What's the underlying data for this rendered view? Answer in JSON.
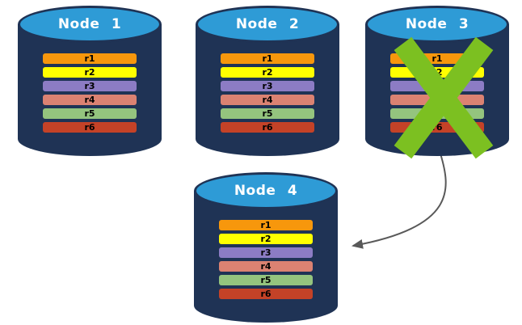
{
  "diagram": {
    "colors": {
      "cylinder_body": "#1F3355",
      "cylinder_top": "#2E9BD6",
      "node_label": "#FFFFFF",
      "row_text": "#000000",
      "rows": {
        "r1": "#F7970C",
        "r2": "#FFFF00",
        "r3": "#8C7CC4",
        "r4": "#DB8272",
        "r5": "#94C47E",
        "r6": "#C44227"
      },
      "failure_x": "#7CC021",
      "arrow": "#595959"
    },
    "nodes": [
      {
        "label": "Node 1",
        "failed": false,
        "rows": [
          "r1",
          "r2",
          "r3",
          "r4",
          "r5",
          "r6"
        ]
      },
      {
        "label": "Node 2",
        "failed": false,
        "rows": [
          "r1",
          "r2",
          "r3",
          "r4",
          "r5",
          "r6"
        ]
      },
      {
        "label": "Node 3",
        "failed": true,
        "rows": [
          "r1",
          "r2",
          "r3",
          "r4",
          "r5",
          "r6"
        ]
      },
      {
        "label": "Node 4",
        "failed": false,
        "rows": [
          "r1",
          "r2",
          "r3",
          "r4",
          "r5",
          "r6"
        ]
      }
    ],
    "arrow": {
      "from_node": "Node 3",
      "to_node": "Node 4"
    }
  }
}
